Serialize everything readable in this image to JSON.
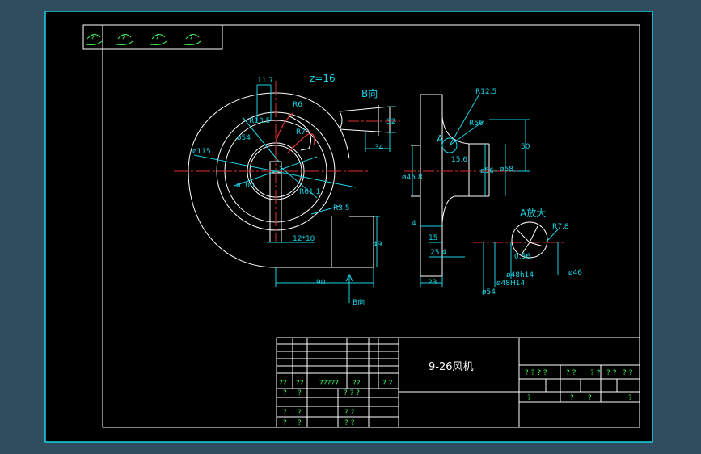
{
  "drawing": {
    "title": "9-26风机",
    "teeth": "z=16",
    "view_b": "B向",
    "view_b_arrow": "B向",
    "detail_a": "A放大",
    "label_a": "A",
    "stamps": [
      "?",
      "?",
      "?",
      "?"
    ]
  },
  "dimensions": {
    "d_11_7": "11.7",
    "d_r13_5": "R13.5",
    "d_r6": "R6",
    "d_o54": "ø54",
    "d_r7": "R7",
    "d_o115": "ø115",
    "d_o100": "ø100",
    "d_r61": "R61.1",
    "d_r3_5": "R3.5",
    "d_12x10": "12*10",
    "d_49": "49",
    "d_90": "90",
    "d_32": "32",
    "d_34": "34",
    "d_r12_5": "R12.5",
    "d_r56": "R56",
    "d_15_6": "15.6",
    "d_o45_8": "ø45.8",
    "d_o56": "ø56",
    "d_o58": "ø58",
    "d_50": "50",
    "d_4": "4",
    "d_15": "15",
    "d_25_4": "25.4",
    "d_23": "23",
    "d_r7_8": "R7.8",
    "d_0_56": "0.56",
    "d_o46": "ø46",
    "d_o48h14a": "ø48h14",
    "d_o48h14b": "ø48H14",
    "d_o54b": "ø54"
  },
  "title_block": {
    "row_a": [
      "??",
      "??",
      "?????",
      "??",
      "? ?"
    ],
    "row_b": [
      "?",
      "?",
      "? ? ?"
    ],
    "row_c": [
      "?",
      "?",
      "? ?"
    ],
    "row_d": [
      "?",
      "?",
      "? ?"
    ],
    "right_a": [
      "? ? ? ?",
      "? ?",
      "? ?",
      "? ?",
      "? ?"
    ],
    "right_b": [
      "?",
      "?",
      "?",
      "?"
    ]
  }
}
